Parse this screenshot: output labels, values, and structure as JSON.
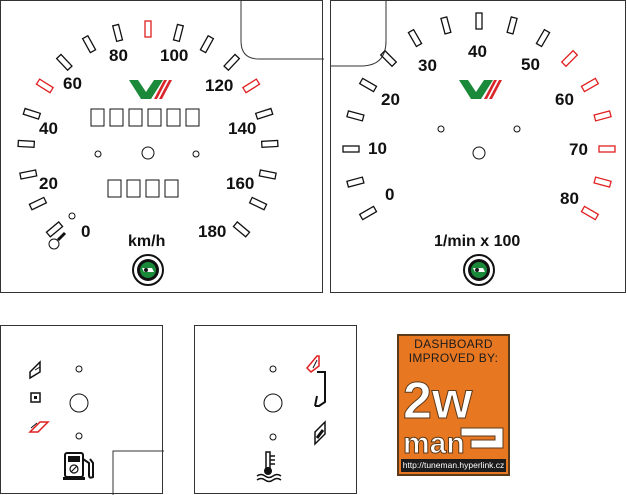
{
  "speedometer": {
    "labels": [
      "0",
      "20",
      "40",
      "60",
      "80",
      "100",
      "120",
      "140",
      "160",
      "180"
    ],
    "unit": "km/h"
  },
  "tachometer": {
    "labels": [
      "0",
      "10",
      "20",
      "30",
      "40",
      "50",
      "60",
      "70",
      "80"
    ],
    "unit": "1/min x 100"
  },
  "colors": {
    "tick_normal": "#111111",
    "tick_redline": "#e02020",
    "brand_green": "#1a8a3a",
    "brand_red": "#d8262a",
    "logo_bg": "#e87722"
  },
  "icons": [
    "fuel-pump-icon",
    "coolant-temperature-icon",
    "skoda-logo-icon"
  ],
  "promo": {
    "line1": "DASHBOARD",
    "line2": "IMPROVED BY:",
    "brand_top": "2w",
    "brand_bottom": "man",
    "url": "http://tuneman.hyperlink.cz"
  }
}
